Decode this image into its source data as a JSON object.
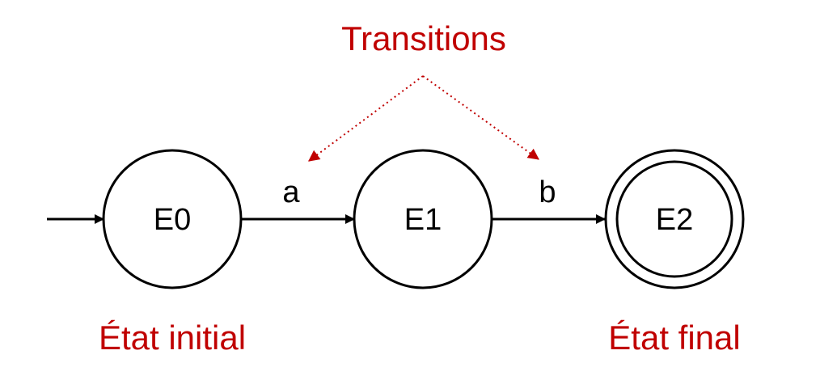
{
  "colors": {
    "ink": "#000000",
    "accent": "#c00000",
    "background": "#ffffff"
  },
  "states": [
    {
      "id": "E0",
      "label": "E0",
      "initial": true,
      "final": false
    },
    {
      "id": "E1",
      "label": "E1",
      "initial": false,
      "final": false
    },
    {
      "id": "E2",
      "label": "E2",
      "initial": false,
      "final": true
    }
  ],
  "transitions": [
    {
      "from": "E0",
      "to": "E1",
      "label": "a"
    },
    {
      "from": "E1",
      "to": "E2",
      "label": "b"
    }
  ],
  "annotations": {
    "transitions": "Transitions",
    "initial_state": "État initial",
    "final_state": "État final"
  }
}
